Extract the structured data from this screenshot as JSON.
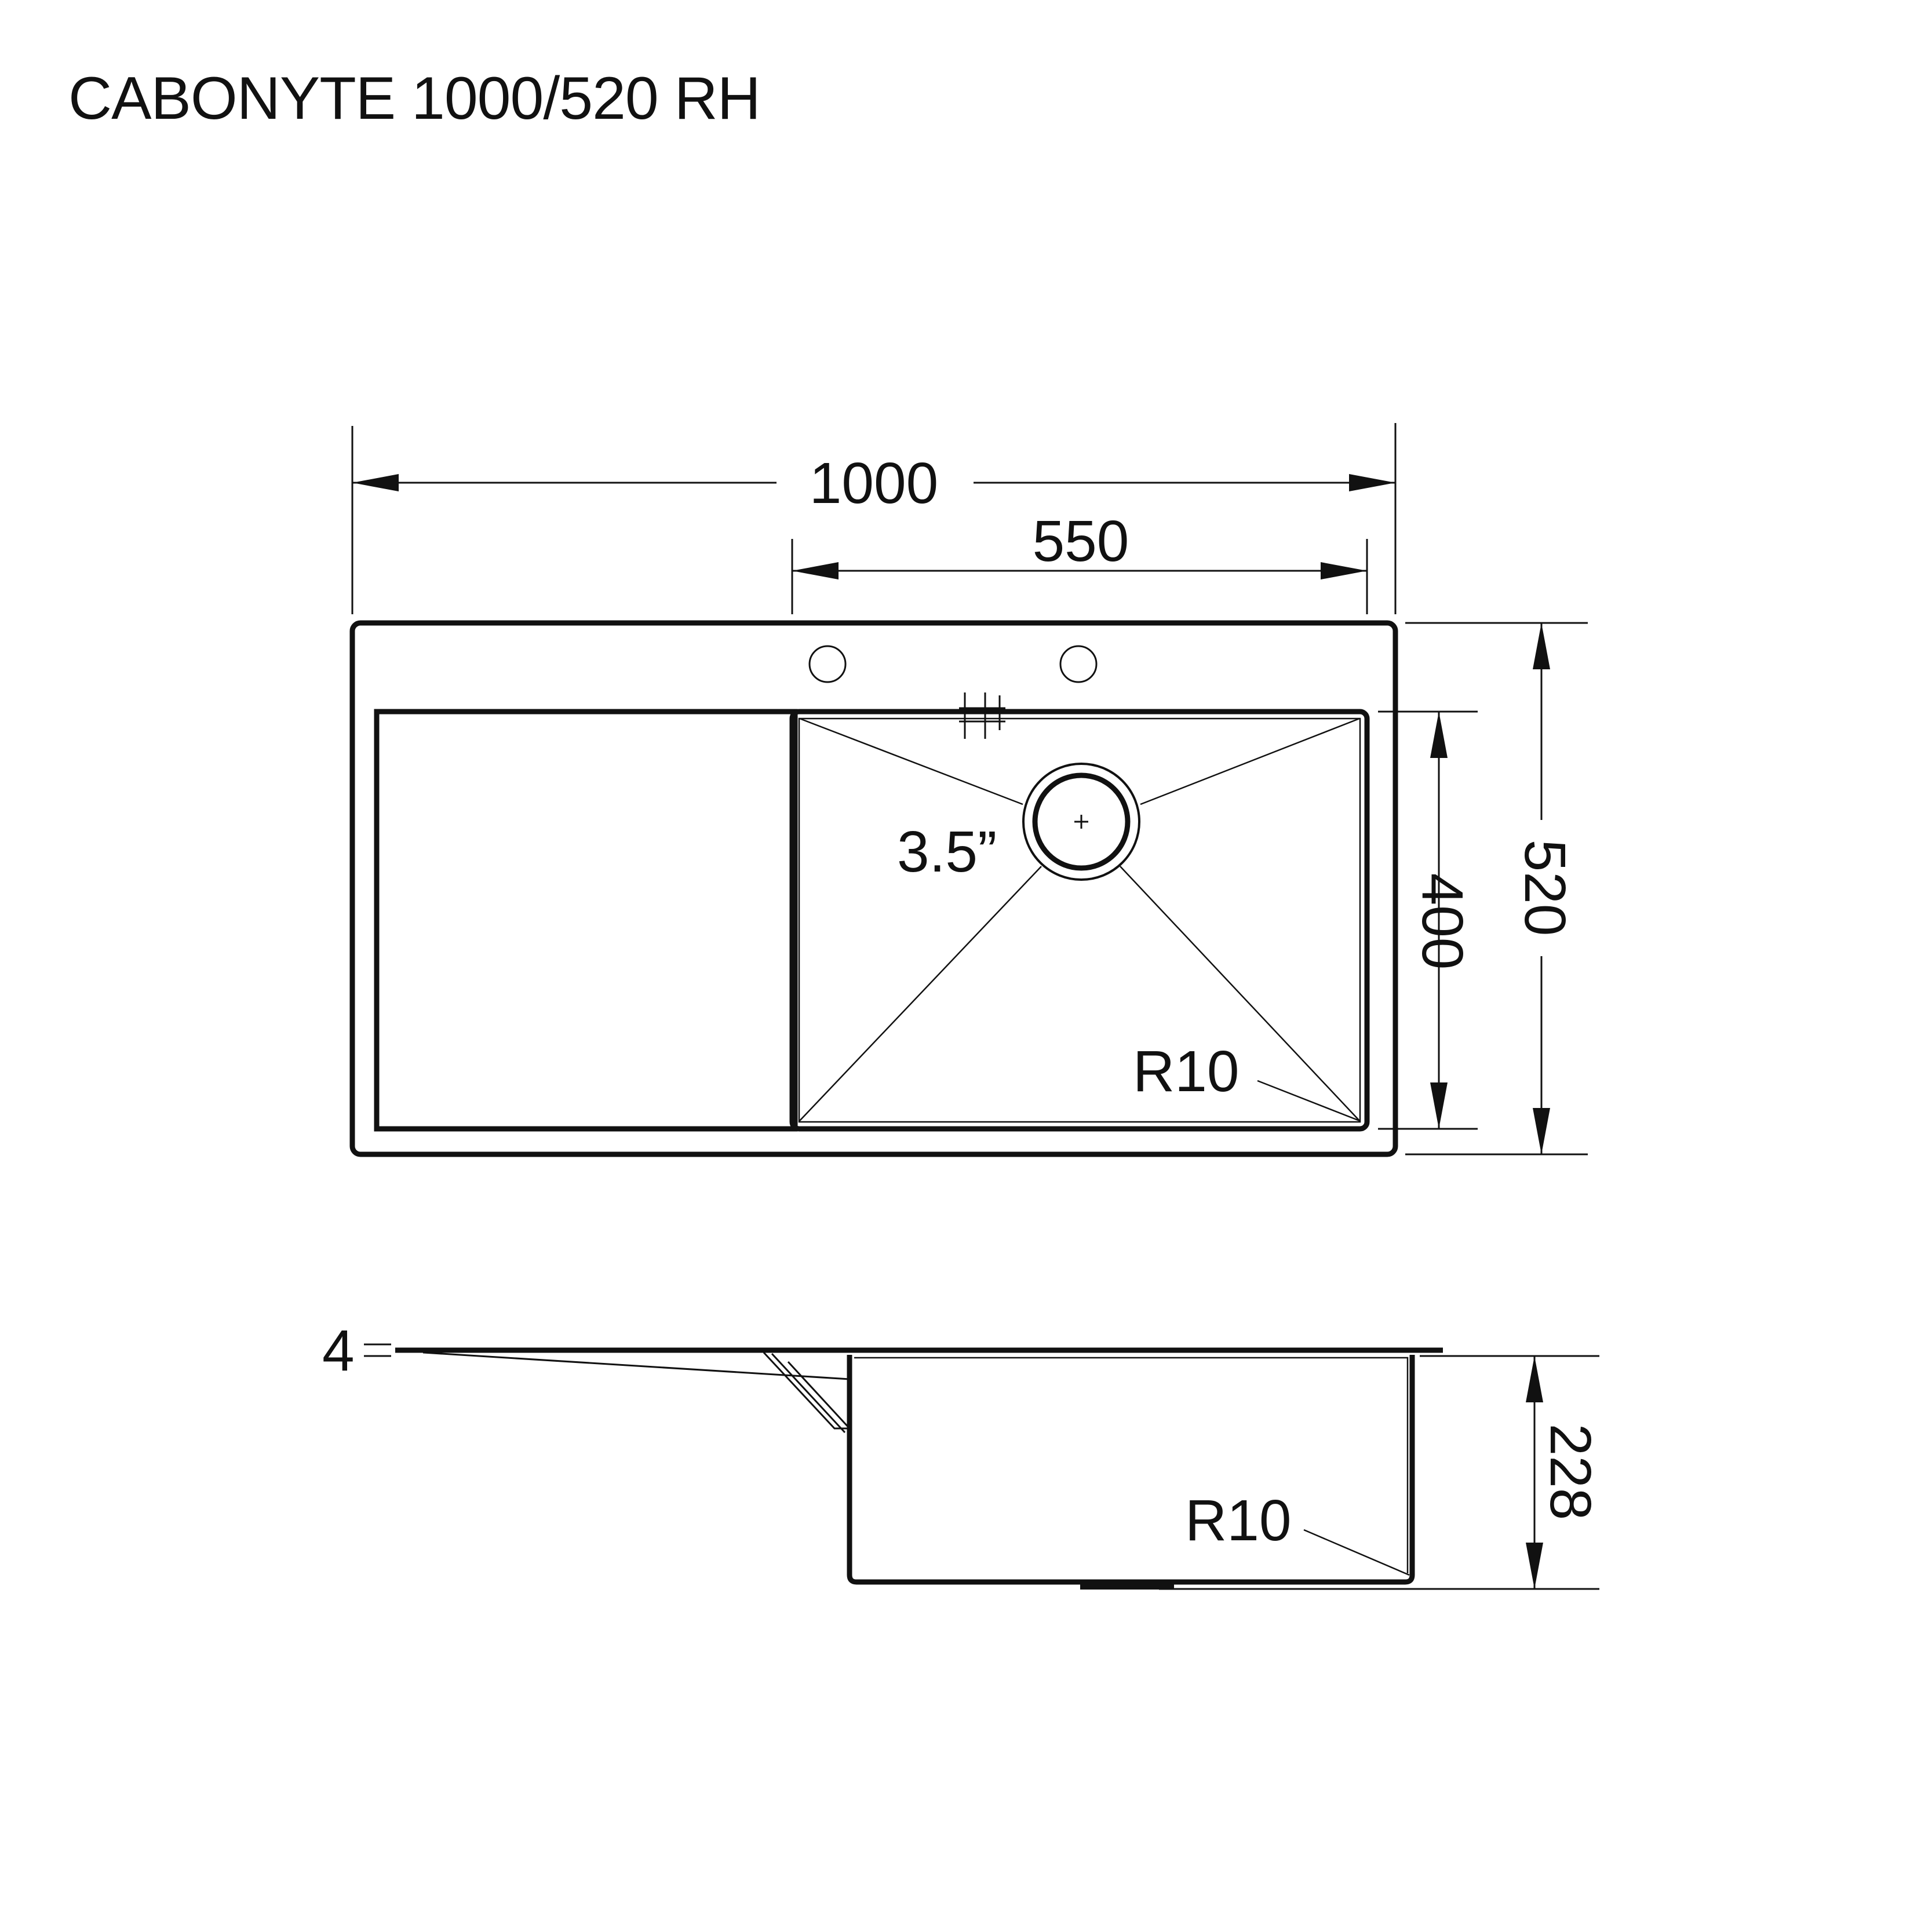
{
  "title": "CABONYTE 1000/520 RH",
  "colors": {
    "ink": "#111111",
    "background": "#ffffff"
  },
  "plan_view": {
    "overall_width": "1000",
    "bowl_width": "550",
    "overall_depth": "520",
    "bowl_depth": "400",
    "drain_size": "3.5”",
    "corner_radius": "R10"
  },
  "side_view": {
    "rim_thickness": "4",
    "bowl_height": "228",
    "corner_radius": "R10"
  }
}
